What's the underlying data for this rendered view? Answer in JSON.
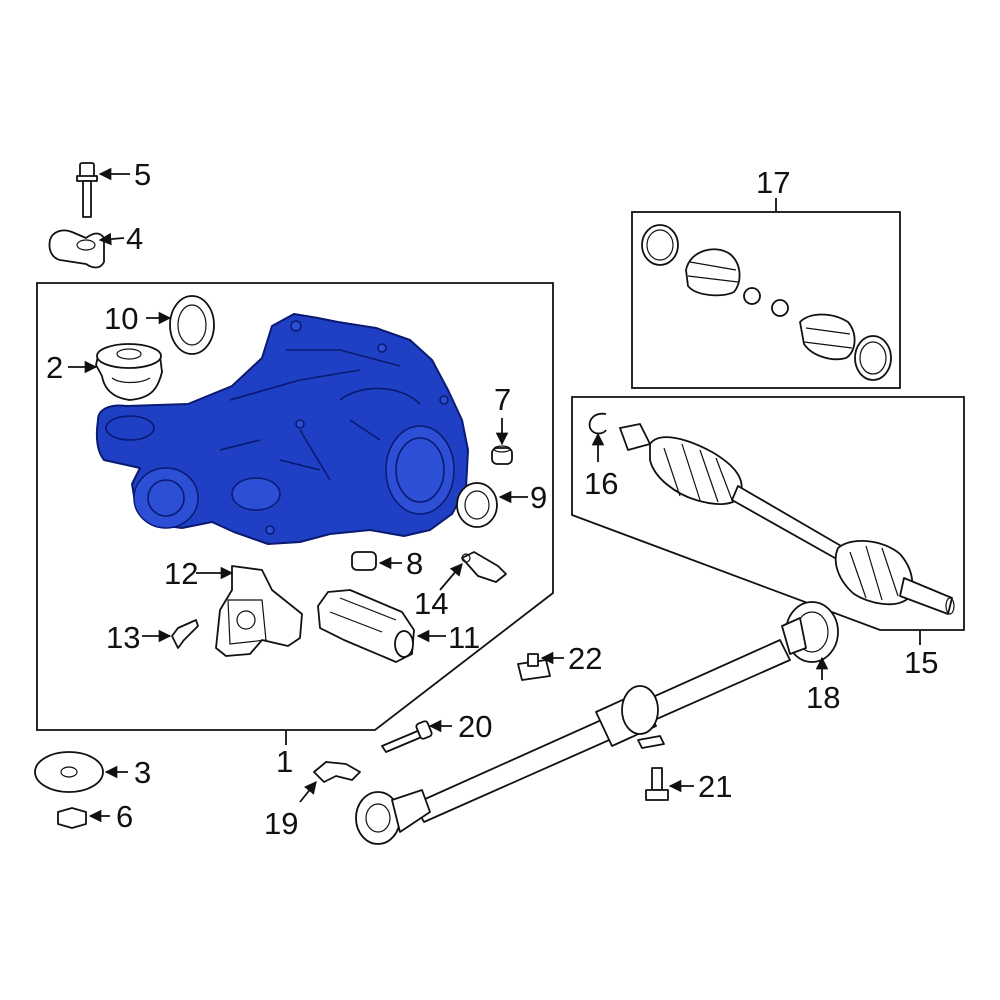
{
  "highlight_color": "#1f3fc4",
  "callouts": {
    "c1": "1",
    "c2": "2",
    "c3": "3",
    "c4": "4",
    "c5": "5",
    "c6": "6",
    "c7": "7",
    "c8": "8",
    "c9": "9",
    "c10": "10",
    "c11": "11",
    "c12": "12",
    "c13": "13",
    "c14": "14",
    "c15": "15",
    "c16": "16",
    "c17": "17",
    "c18": "18",
    "c19": "19",
    "c20": "20",
    "c21": "21",
    "c22": "22"
  },
  "parts": {
    "highlighted": "differential-assembly",
    "items": [
      "bolt",
      "bracket",
      "bushing",
      "washer",
      "nut",
      "axle-boot-kit",
      "axle-shaft",
      "drive-shaft",
      "seal",
      "actuator",
      "sensor",
      "clip"
    ]
  }
}
